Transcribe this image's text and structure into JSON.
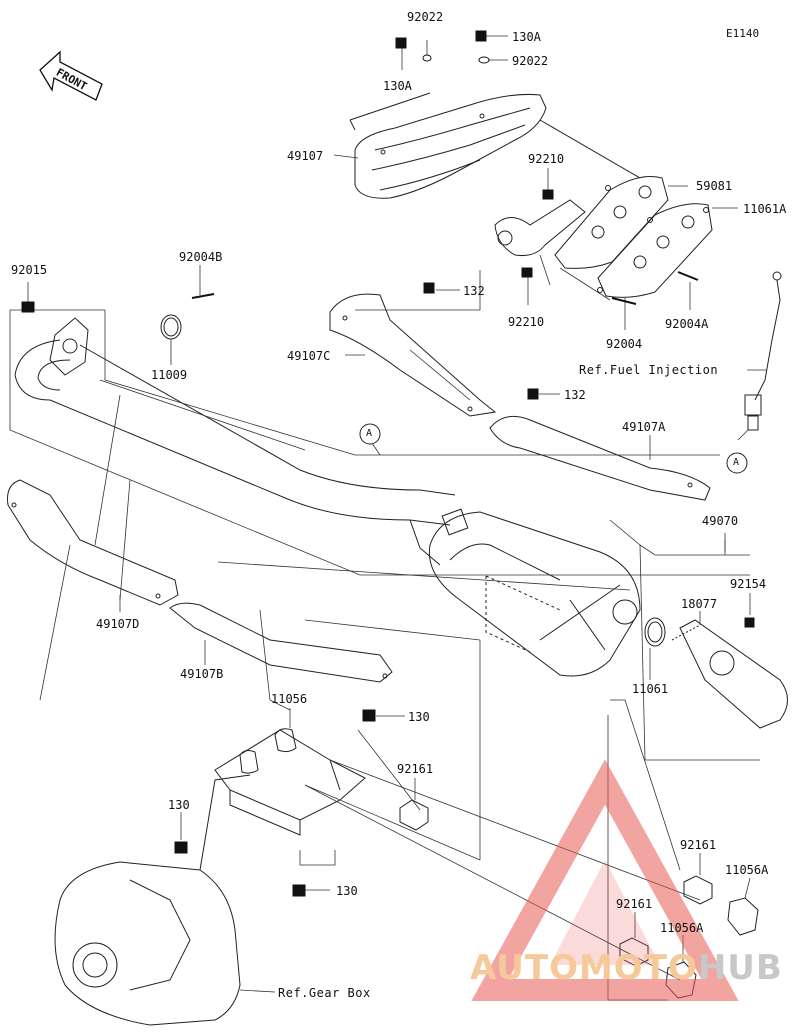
{
  "diagram_code": "E1140",
  "front_label": "FRONT",
  "refs": {
    "fuel_injection": "Ref.Fuel Injection",
    "gear_box": "Ref.Gear Box"
  },
  "callout": "A",
  "watermark": {
    "part1": "AUTOMOTO",
    "part2": "HUB"
  },
  "parts": {
    "p92022_top": "92022",
    "p130A_right": "130A",
    "p130A_left": "130A",
    "p92022_right": "92022",
    "p49107": "49107",
    "p92210_top": "92210",
    "p59081": "59081",
    "p11061A": "11061A",
    "p92015": "92015",
    "p92004B": "92004B",
    "p132_top": "132",
    "p92210_bottom": "92210",
    "p92004A": "92004A",
    "p11009": "11009",
    "p49107C": "49107C",
    "p92004": "92004",
    "p132_mid": "132",
    "p49107A": "49107A",
    "p49070": "49070",
    "p92154": "92154",
    "p18077": "18077",
    "p49107D": "49107D",
    "p11061": "11061",
    "p49107B": "49107B",
    "p11056": "11056",
    "p130_right": "130",
    "p92161_mid": "92161",
    "p130_left": "130",
    "p130_bottom": "130",
    "p92161_right": "92161",
    "p11056A_right": "11056A",
    "p92161_low": "92161",
    "p11056A_low": "11056A"
  },
  "colors": {
    "line": "#222222",
    "watermark_red": "#e85a55"
  }
}
